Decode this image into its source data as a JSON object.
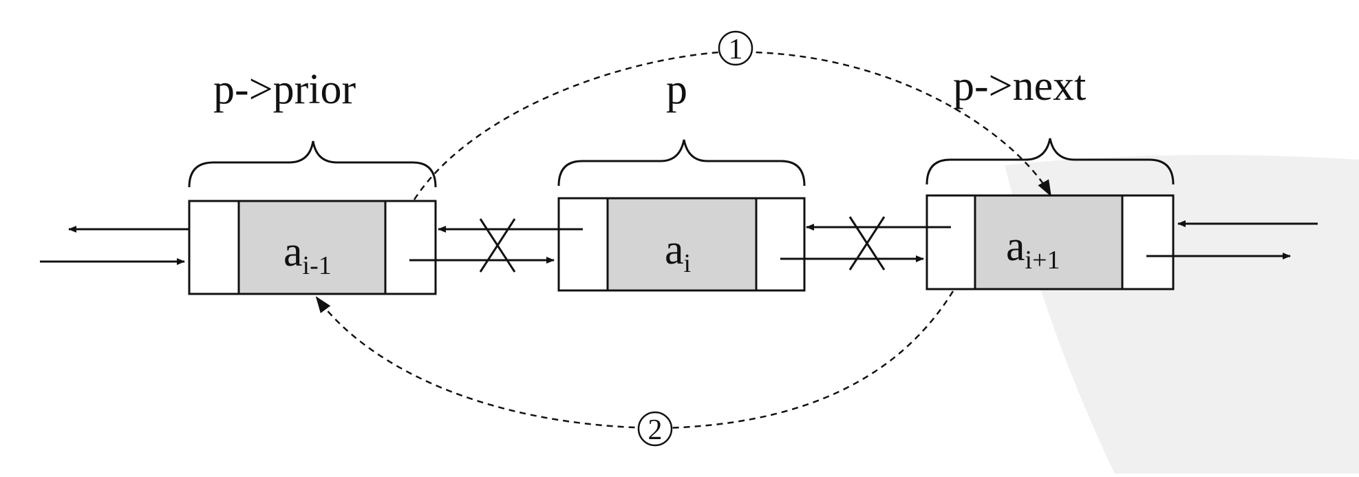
{
  "pointer_labels": {
    "prior": "p->prior",
    "current": "p",
    "next": "p->next"
  },
  "nodes": [
    {
      "main": "a",
      "sub": "i-1"
    },
    {
      "main": "a",
      "sub": "i"
    },
    {
      "main": "a",
      "sub": "i+1"
    }
  ],
  "steps": {
    "one": "1",
    "two": "2"
  },
  "colors": {
    "data_fill": "#d4d4d4",
    "stroke": "#111111",
    "watermark": "#eeeeee"
  }
}
